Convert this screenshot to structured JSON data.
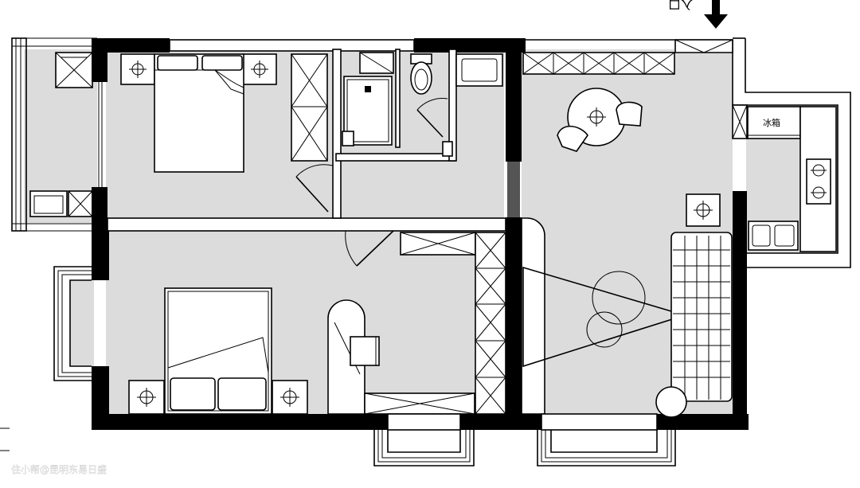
{
  "labels": {
    "entrance": "入口",
    "fridge": "冰箱",
    "watermark": "住小帮@昆明东易日盛"
  },
  "colors": {
    "wall": "#000000",
    "floor": "#dcdcdc",
    "background": "#ffffff"
  }
}
